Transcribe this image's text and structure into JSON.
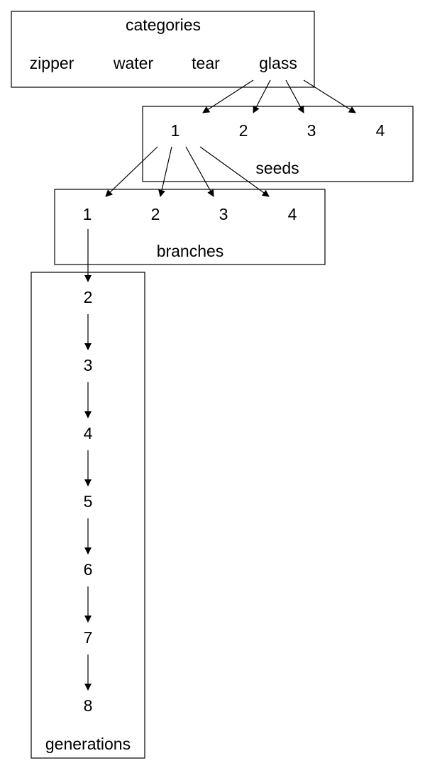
{
  "categories": {
    "title": "categories",
    "items": [
      "zipper",
      "water",
      "tear",
      "glass"
    ]
  },
  "seeds": {
    "title": "seeds",
    "items": [
      "1",
      "2",
      "3",
      "4"
    ]
  },
  "branches": {
    "title": "branches",
    "items": [
      "1",
      "2",
      "3",
      "4"
    ]
  },
  "generations": {
    "title": "generations",
    "items": [
      "2",
      "3",
      "4",
      "5",
      "6",
      "7",
      "8"
    ]
  }
}
